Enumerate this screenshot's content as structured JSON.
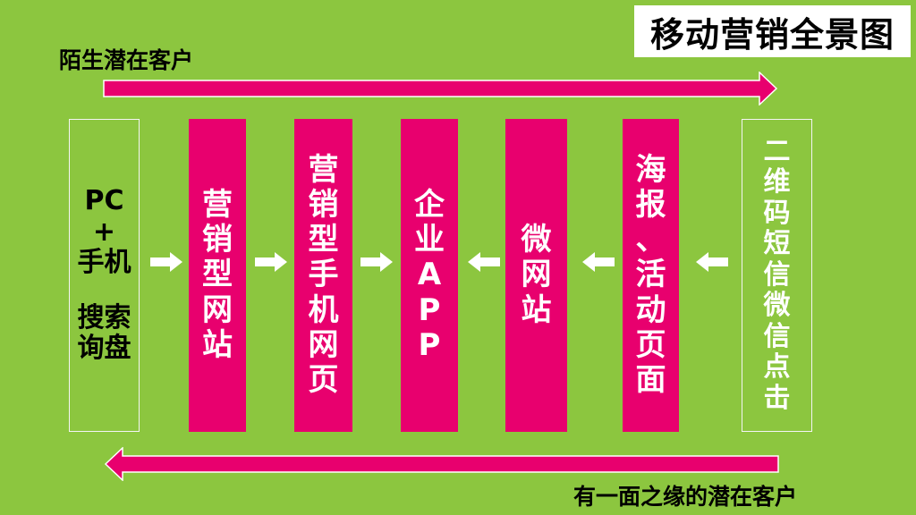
{
  "title": "移动营销全景图",
  "top_label": "陌生潜在客户",
  "bottom_label": "有一面之缘的潜在客户",
  "boxes": [
    {
      "id": "search",
      "lines": [
        "PC",
        "+",
        "手机",
        "",
        "搜索",
        "询盘"
      ]
    },
    {
      "id": "marketing-site",
      "text": "营销型网站"
    },
    {
      "id": "mobile-page",
      "text": "营销型手机网页"
    },
    {
      "id": "enterprise-app",
      "text": "企业APP"
    },
    {
      "id": "micro-site",
      "text": "微网站"
    },
    {
      "id": "poster-page",
      "text": "海报、活动页面"
    },
    {
      "id": "qr-sms-wechat",
      "text": "二维码短信微信点击"
    }
  ],
  "colors": {
    "background": "#8cc63f",
    "pink": "#e8006e",
    "white": "#ffffff"
  },
  "arrows": [
    "right",
    "right",
    "right",
    "left",
    "left",
    "left"
  ]
}
